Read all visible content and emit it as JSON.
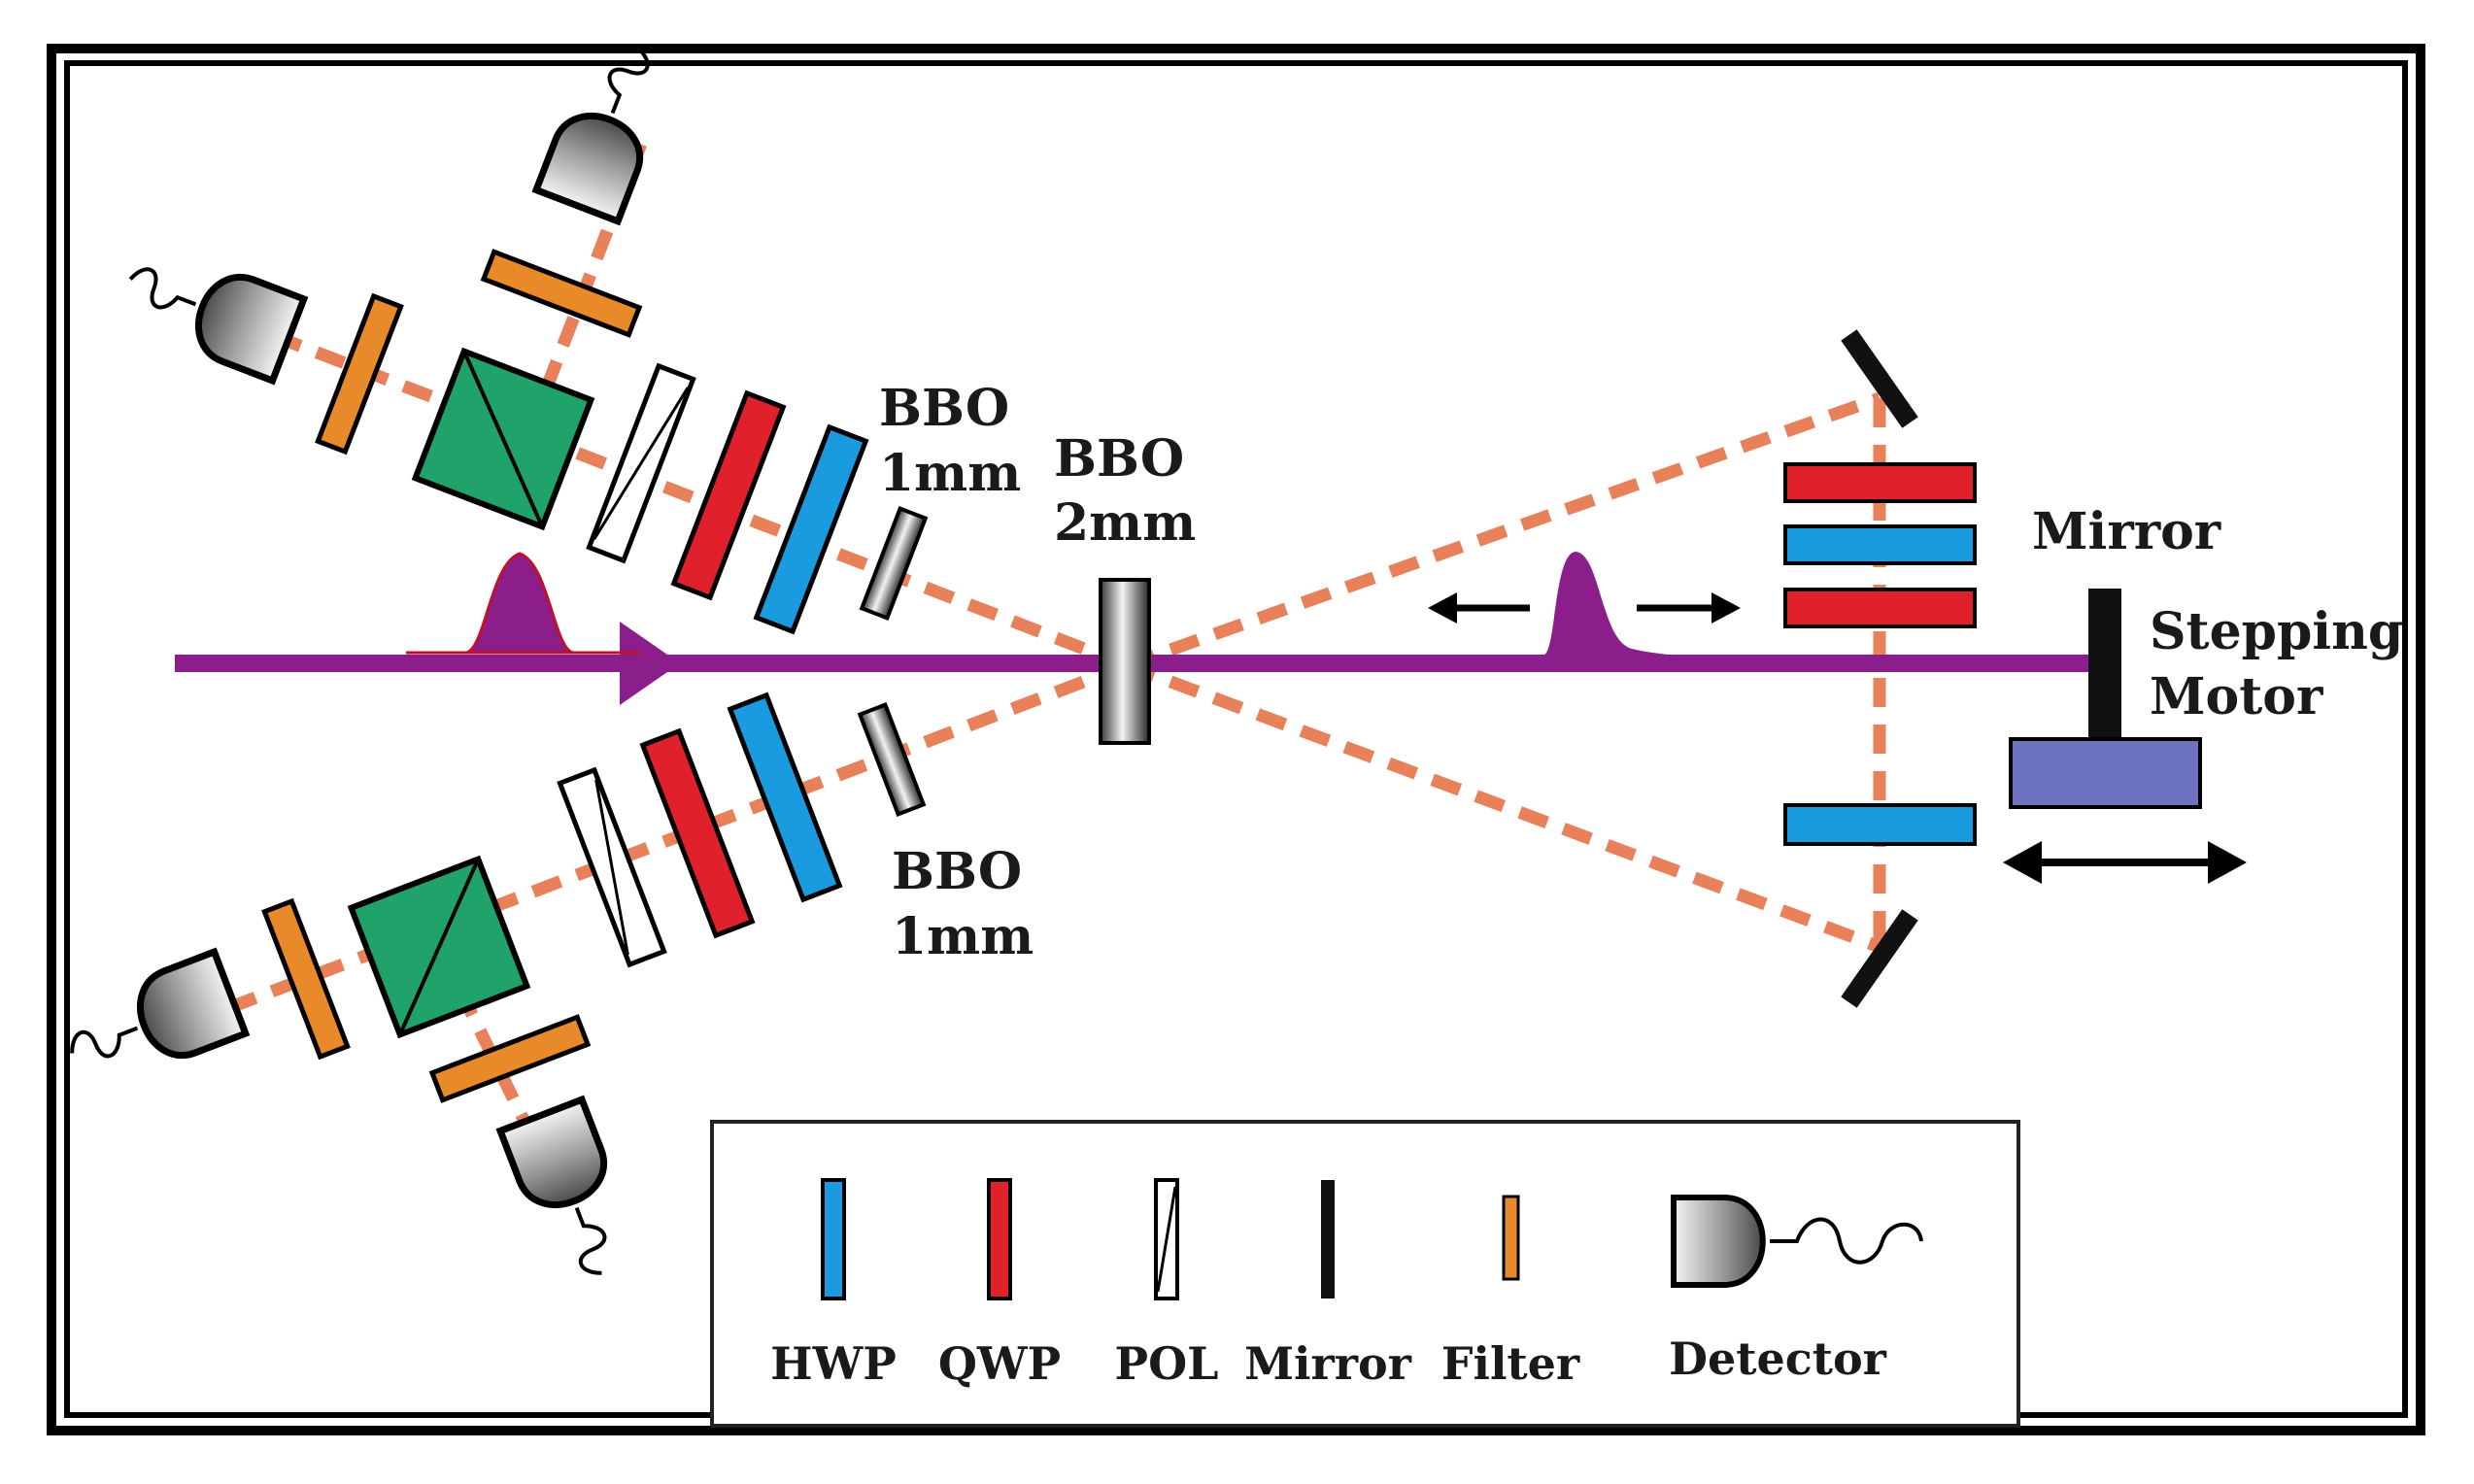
{
  "labels": {
    "bbo_upper": [
      "BBO",
      "1mm"
    ],
    "bbo_center": [
      "BBO",
      "2mm"
    ],
    "bbo_lower": [
      "BBO",
      "1mm"
    ],
    "mirror": "Mirror",
    "stepping_motor": [
      "Stepping",
      "Motor"
    ]
  },
  "legend": {
    "items": [
      {
        "label": "HWP",
        "icon": "hwp-icon"
      },
      {
        "label": "QWP",
        "icon": "qwp-icon"
      },
      {
        "label": "POL",
        "icon": "pol-icon"
      },
      {
        "label": "Mirror",
        "icon": "mirror-icon"
      },
      {
        "label": "Filter",
        "icon": "filter-icon"
      },
      {
        "label": "Detector",
        "icon": "detector-icon"
      }
    ]
  },
  "colors": {
    "pump": "#8b1e8b",
    "beam": "#e8805a",
    "hwp": "#1a9be0",
    "qwp": "#e0202a",
    "filter": "#e88a2a",
    "pbs": "#1fa36a",
    "stage": "#6e73c0",
    "frame": "#000000"
  }
}
